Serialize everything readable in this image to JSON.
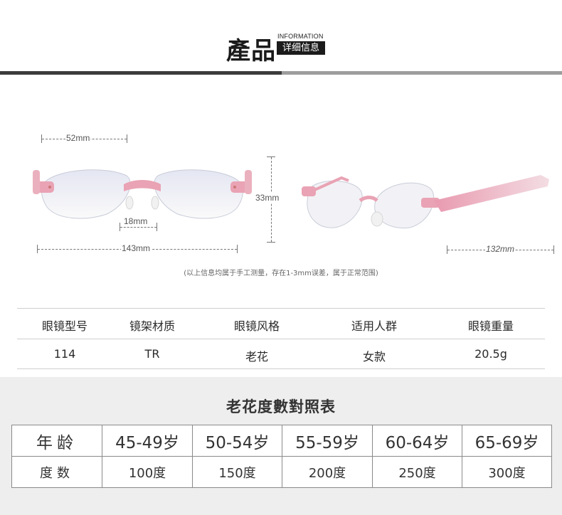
{
  "header": {
    "title_cn": "產品",
    "title_en": "INFORMATION",
    "subtitle": "详细信息"
  },
  "dimensions": {
    "lens_width": "52mm",
    "bridge": "18mm",
    "total_width": "143mm",
    "lens_height": "33mm",
    "temple_length": "132mm"
  },
  "note": "(以上信息均属于手工测量，存在1-3mm误差，属于正常范围)",
  "specs": {
    "headers": [
      "眼镜型号",
      "镜架材质",
      "眼镜风格",
      "适用人群",
      "眼镜重量"
    ],
    "values": [
      "114",
      "TR",
      "老花",
      "女款",
      "20.5g"
    ]
  },
  "reading_chart": {
    "title": "老花度數對照表",
    "age_label": "年龄",
    "degree_label": "度数",
    "ages": [
      "45-49岁",
      "50-54岁",
      "55-59岁",
      "60-64岁",
      "65-69岁"
    ],
    "degrees": [
      "100度",
      "150度",
      "200度",
      "250度",
      "300度"
    ]
  },
  "colors": {
    "frame_pink": "#e9a3b4",
    "dark_bar": "#3c3c3c",
    "light_bar": "#9d9d9d",
    "gray_section": "#eeeeee"
  }
}
